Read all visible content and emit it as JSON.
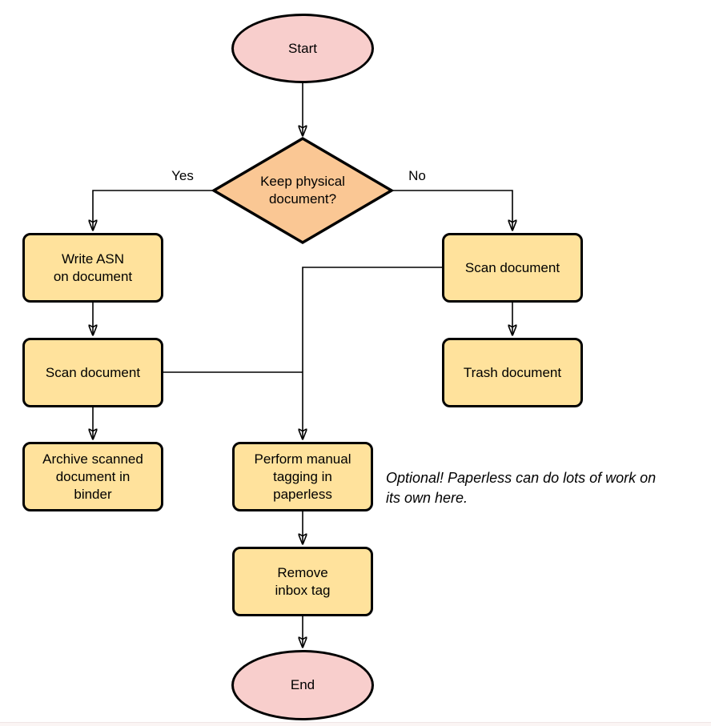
{
  "diagram": {
    "nodes": {
      "start": {
        "label": "Start"
      },
      "decision": {
        "label": "Keep physical\ndocument?"
      },
      "write_asn": {
        "label": "Write ASN\non document"
      },
      "scan_right": {
        "label": "Scan document"
      },
      "scan_left": {
        "label": "Scan document"
      },
      "trash": {
        "label": "Trash document"
      },
      "archive": {
        "label": "Archive scanned\ndocument in\nbinder"
      },
      "tagging": {
        "label": "Perform manual\ntagging in\npaperless"
      },
      "remove_inbox": {
        "label": "Remove\ninbox tag"
      },
      "end": {
        "label": "End"
      }
    },
    "edge_labels": {
      "yes": "Yes",
      "no": "No"
    },
    "annotation": {
      "text": "Optional! Paperless can do lots of work on\nits own here."
    },
    "colors": {
      "terminal-fill": "#F8CECC",
      "decision-fill": "#FAC794",
      "process-fill": "#FFE29C",
      "stroke": "#000000"
    }
  }
}
